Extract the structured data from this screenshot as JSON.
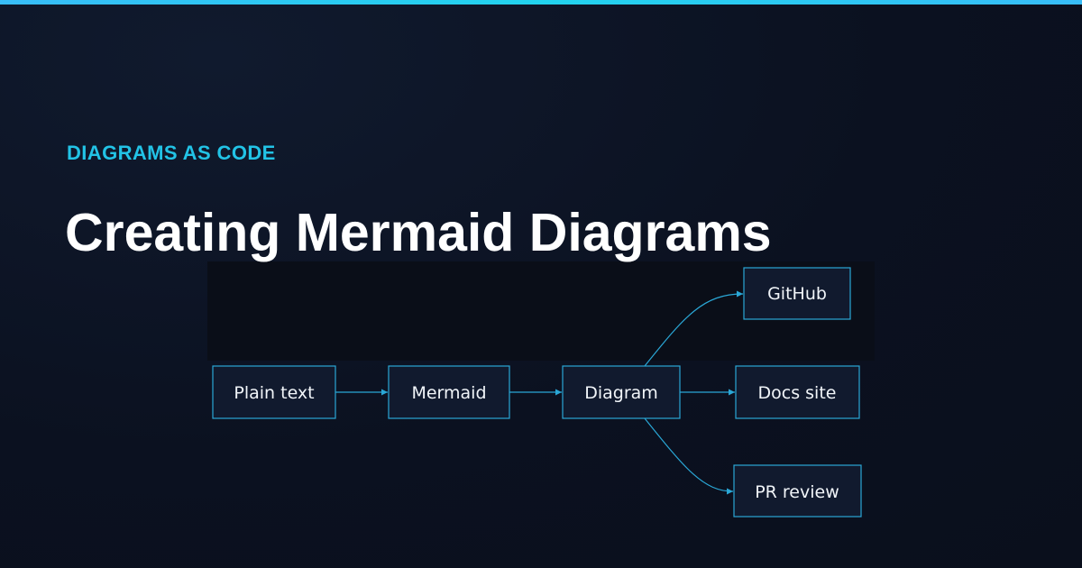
{
  "header": {
    "eyebrow": "DIAGRAMS AS CODE",
    "title": "Creating Mermaid Diagrams"
  },
  "diagram": {
    "nodes": [
      {
        "id": "plain-text",
        "label": "Plain text"
      },
      {
        "id": "mermaid",
        "label": "Mermaid"
      },
      {
        "id": "diagram",
        "label": "Diagram"
      },
      {
        "id": "github",
        "label": "GitHub"
      },
      {
        "id": "docs-site",
        "label": "Docs site"
      },
      {
        "id": "pr-review",
        "label": "PR review"
      }
    ],
    "edges": [
      {
        "from": "plain-text",
        "to": "mermaid"
      },
      {
        "from": "mermaid",
        "to": "diagram"
      },
      {
        "from": "diagram",
        "to": "github"
      },
      {
        "from": "diagram",
        "to": "docs-site"
      },
      {
        "from": "diagram",
        "to": "pr-review"
      }
    ]
  },
  "colors": {
    "accent": "#22c3e6",
    "node_border": "#2aa7d6",
    "node_fill": "#111a2e",
    "background": "#0b1120",
    "title": "#ffffff"
  }
}
